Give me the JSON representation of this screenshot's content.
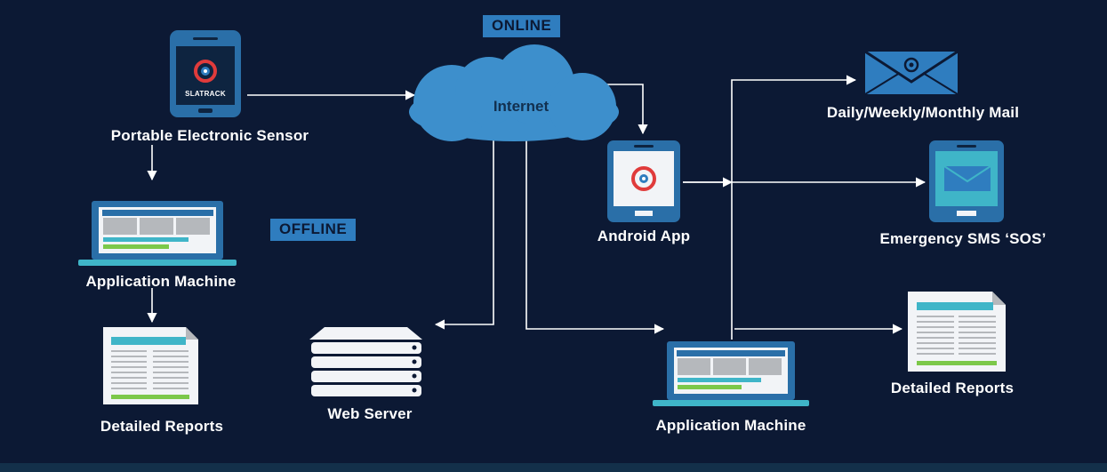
{
  "tags": {
    "online": "ONLINE",
    "offline": "OFFLINE"
  },
  "cloud": {
    "label": "Internet"
  },
  "sensor": {
    "label": "Portable Electronic Sensor",
    "brand": "SLATRACK"
  },
  "app_machine_offline": {
    "label": "Application Machine"
  },
  "reports_offline": {
    "label": "Detailed Reports"
  },
  "web_server": {
    "label": "Web Server"
  },
  "android_app": {
    "label": "Android App"
  },
  "mail": {
    "label": "Daily/Weekly/Monthly Mail"
  },
  "sms": {
    "label": "Emergency SMS ‘SOS’"
  },
  "app_machine_online": {
    "label": "Application Machine"
  },
  "reports_online": {
    "label": "Detailed Reports"
  },
  "colors": {
    "background": "#0c1934",
    "accent_blue": "#2f7dbf",
    "cloud_blue": "#3d8fcc",
    "device_blue": "#2a6fa8",
    "report_teal": "#3fb5c8",
    "report_green": "#7cc84a",
    "line_white": "#ffffff"
  }
}
